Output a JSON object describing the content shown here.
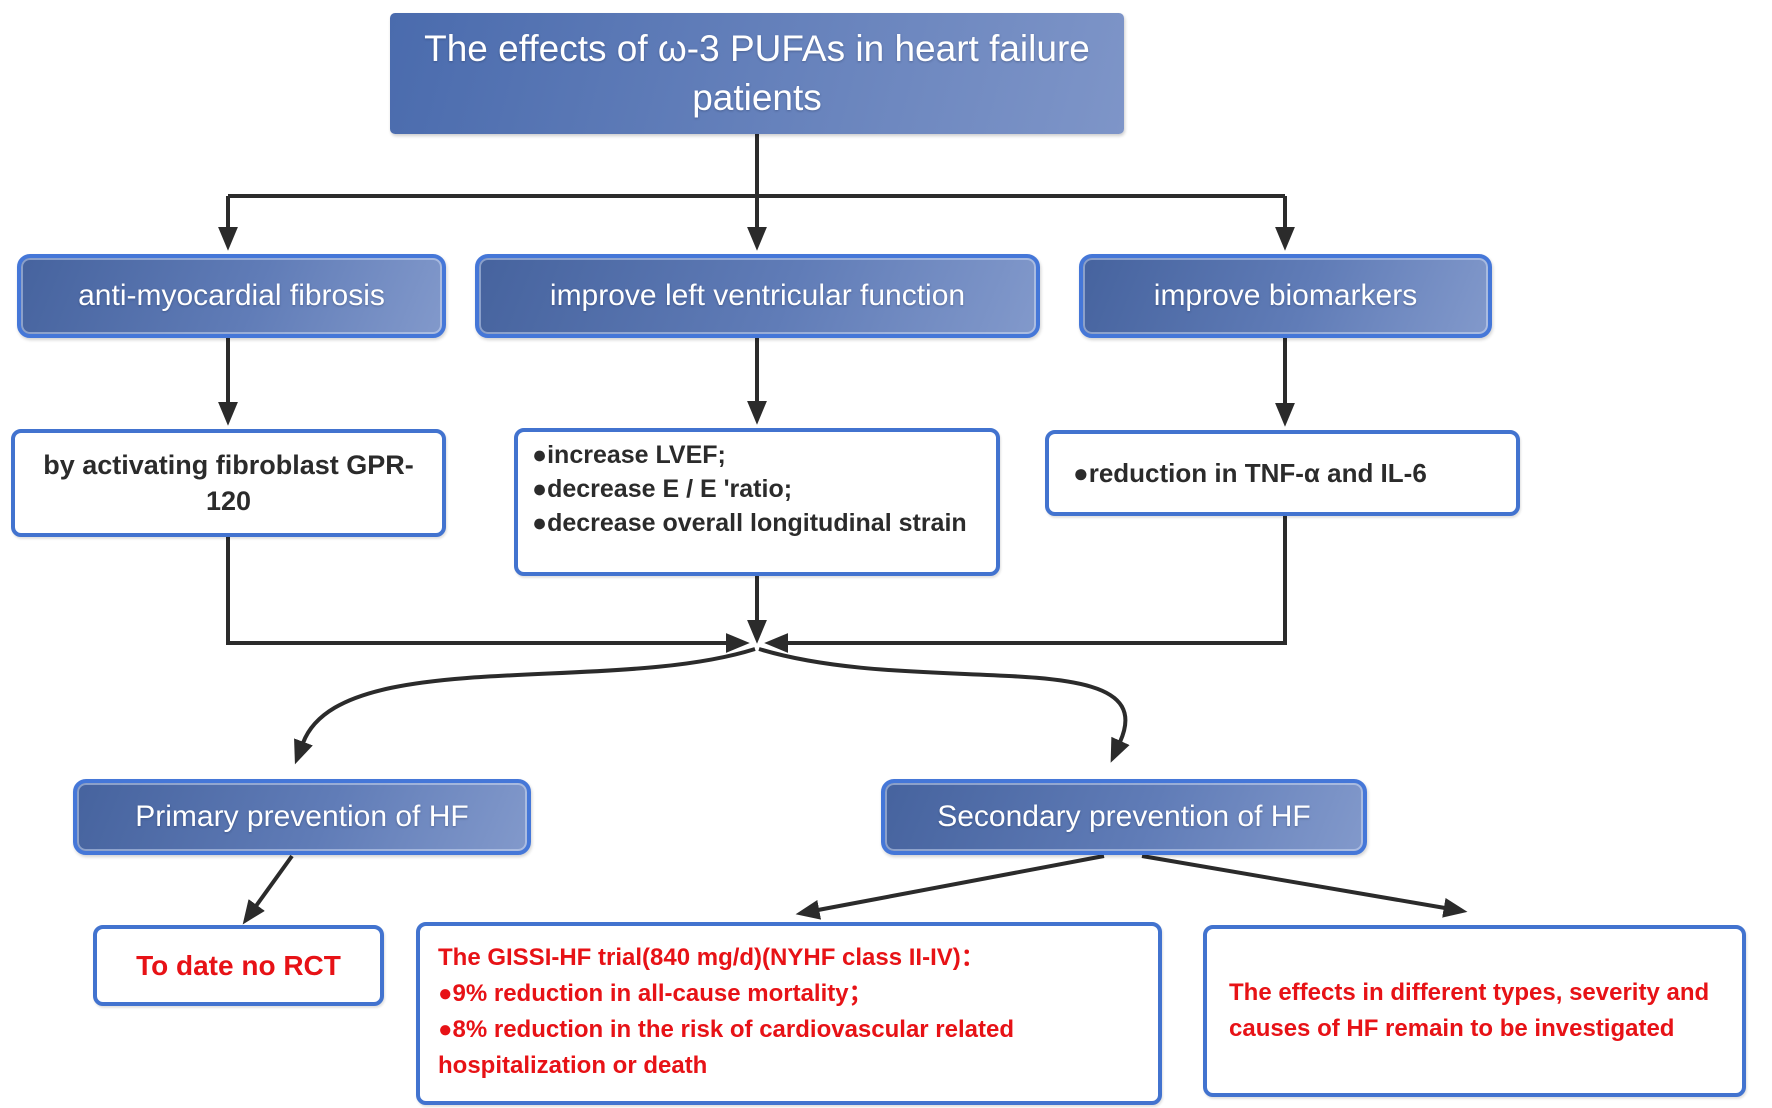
{
  "diagram": {
    "title": "The effects of ω-3 PUFAs in heart failure patients",
    "effect_boxes": [
      {
        "label": "anti-myocardial fibrosis",
        "detail_lines": [
          "by activating fibroblast GPR-120"
        ]
      },
      {
        "label": "improve left ventricular function",
        "detail_lines": [
          "●increase LVEF;",
          "●decrease E / E 'ratio;",
          "●decrease overall longitudinal strain"
        ]
      },
      {
        "label": "improve biomarkers",
        "detail_lines": [
          "●reduction in TNF-α and IL-6"
        ]
      }
    ],
    "prevention_primary": {
      "label": "Primary prevention of HF",
      "outcome": "To date no RCT"
    },
    "prevention_secondary": {
      "label": "Secondary prevention of HF",
      "gissi_lines": [
        "The GISSI-HF trial(840 mg/d)(NYHF class II-IV)：",
        "●9% reduction in all-cause mortality；",
        "●8% reduction in the risk of cardiovascular related hospitalization or death"
      ],
      "open_question": "The effects in different types, severity and causes of HF remain to be investigated"
    },
    "colors": {
      "node_fill_dark": "#46639e",
      "node_fill_light": "#8299cb",
      "node_border": "#4577d8",
      "outline_box_border": "#4273cf",
      "alert_text": "#e71216",
      "body_text": "#2b2b2b",
      "arrow": "#2b2b2b"
    }
  }
}
